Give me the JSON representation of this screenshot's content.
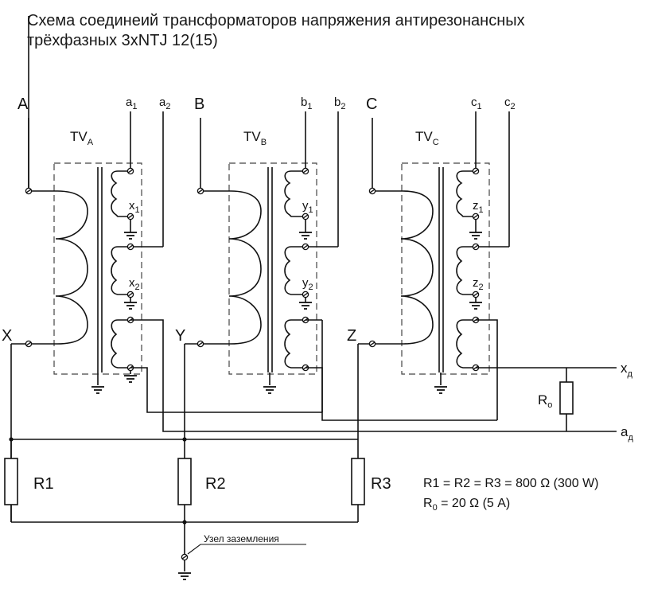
{
  "title": {
    "line1": "Схема соединеий трансформаторов напряжения антирезонансных",
    "line2": "трёхфазных 3xNTJ 12(15)"
  },
  "phases": [
    {
      "hv_start": "A",
      "hv_end": "X",
      "tv": "TV",
      "tv_sub": "A",
      "out1": "a",
      "out2": "a",
      "tap": "x",
      "sub1": "1",
      "sub2": "2"
    },
    {
      "hv_start": "B",
      "hv_end": "Y",
      "tv": "TV",
      "tv_sub": "B",
      "out1": "b",
      "out2": "b",
      "tap": "y",
      "sub1": "1",
      "sub2": "2"
    },
    {
      "hv_start": "C",
      "hv_end": "Z",
      "tv": "TV",
      "tv_sub": "C",
      "out1": "c",
      "out2": "c",
      "tap": "z",
      "sub1": "1",
      "sub2": "2"
    }
  ],
  "outputs": {
    "x_d": "x",
    "a_d": "a",
    "d_sub": "д",
    "r0": "R",
    "r0_sub": "o"
  },
  "resistors": {
    "r1": "R1",
    "r2": "R2",
    "r3": "R3"
  },
  "notes": {
    "line1": "R1 = R2 = R3 = 800 Ω (300 W)",
    "line2_main": "R",
    "line2_sub": "0",
    "line2_rest": " = 20 Ω (5 A)"
  },
  "ground_node": "Узел заземления"
}
